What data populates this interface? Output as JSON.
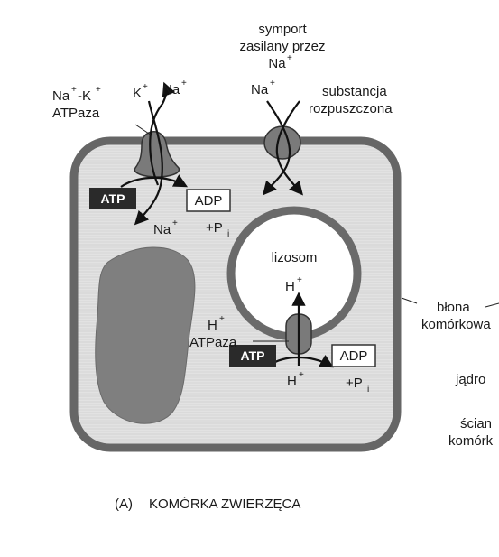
{
  "labels": {
    "symport_line1": "symport",
    "symport_line2": "zasilany przez",
    "symport_na": "Na",
    "symport_na_sup": "+",
    "na_left": "Na",
    "na_left_sup": "+",
    "dash_k": "-K",
    "k_sup": "+",
    "atpaza_1": "ATPaza",
    "k_ion": "K",
    "k_ion_sup": "+",
    "na_ion": "Na",
    "na_ion_sup": "+",
    "na_symport_in": "Na",
    "na_symport_in_sup": "+",
    "substancja": "substancja",
    "rozpuszczona": "rozpuszczona",
    "atp_1": "ATP",
    "adp_1": "ADP",
    "na_bottom": "Na",
    "na_bottom_sup": "+",
    "pi_1": "+P",
    "pi_1_sub": "i",
    "lizosom": "lizosom",
    "h_lys": "H",
    "h_lys_sup": "+",
    "h_pump": "H",
    "h_pump_sup": "+",
    "atpaza_2": "ATPaza",
    "atp_2": "ATP",
    "h_bottom": "H",
    "h_bottom_sup": "+",
    "adp_2": "ADP",
    "pi_2": "+P",
    "pi_2_sub": "i",
    "blona": "błona",
    "komorkowa": "komórkowa",
    "jadro": "jądro",
    "sciana": "ścian",
    "komork": "komórk",
    "caption_a": "(A)",
    "caption_title": "KOMÓRKA ZWIERZĘCA"
  }
}
